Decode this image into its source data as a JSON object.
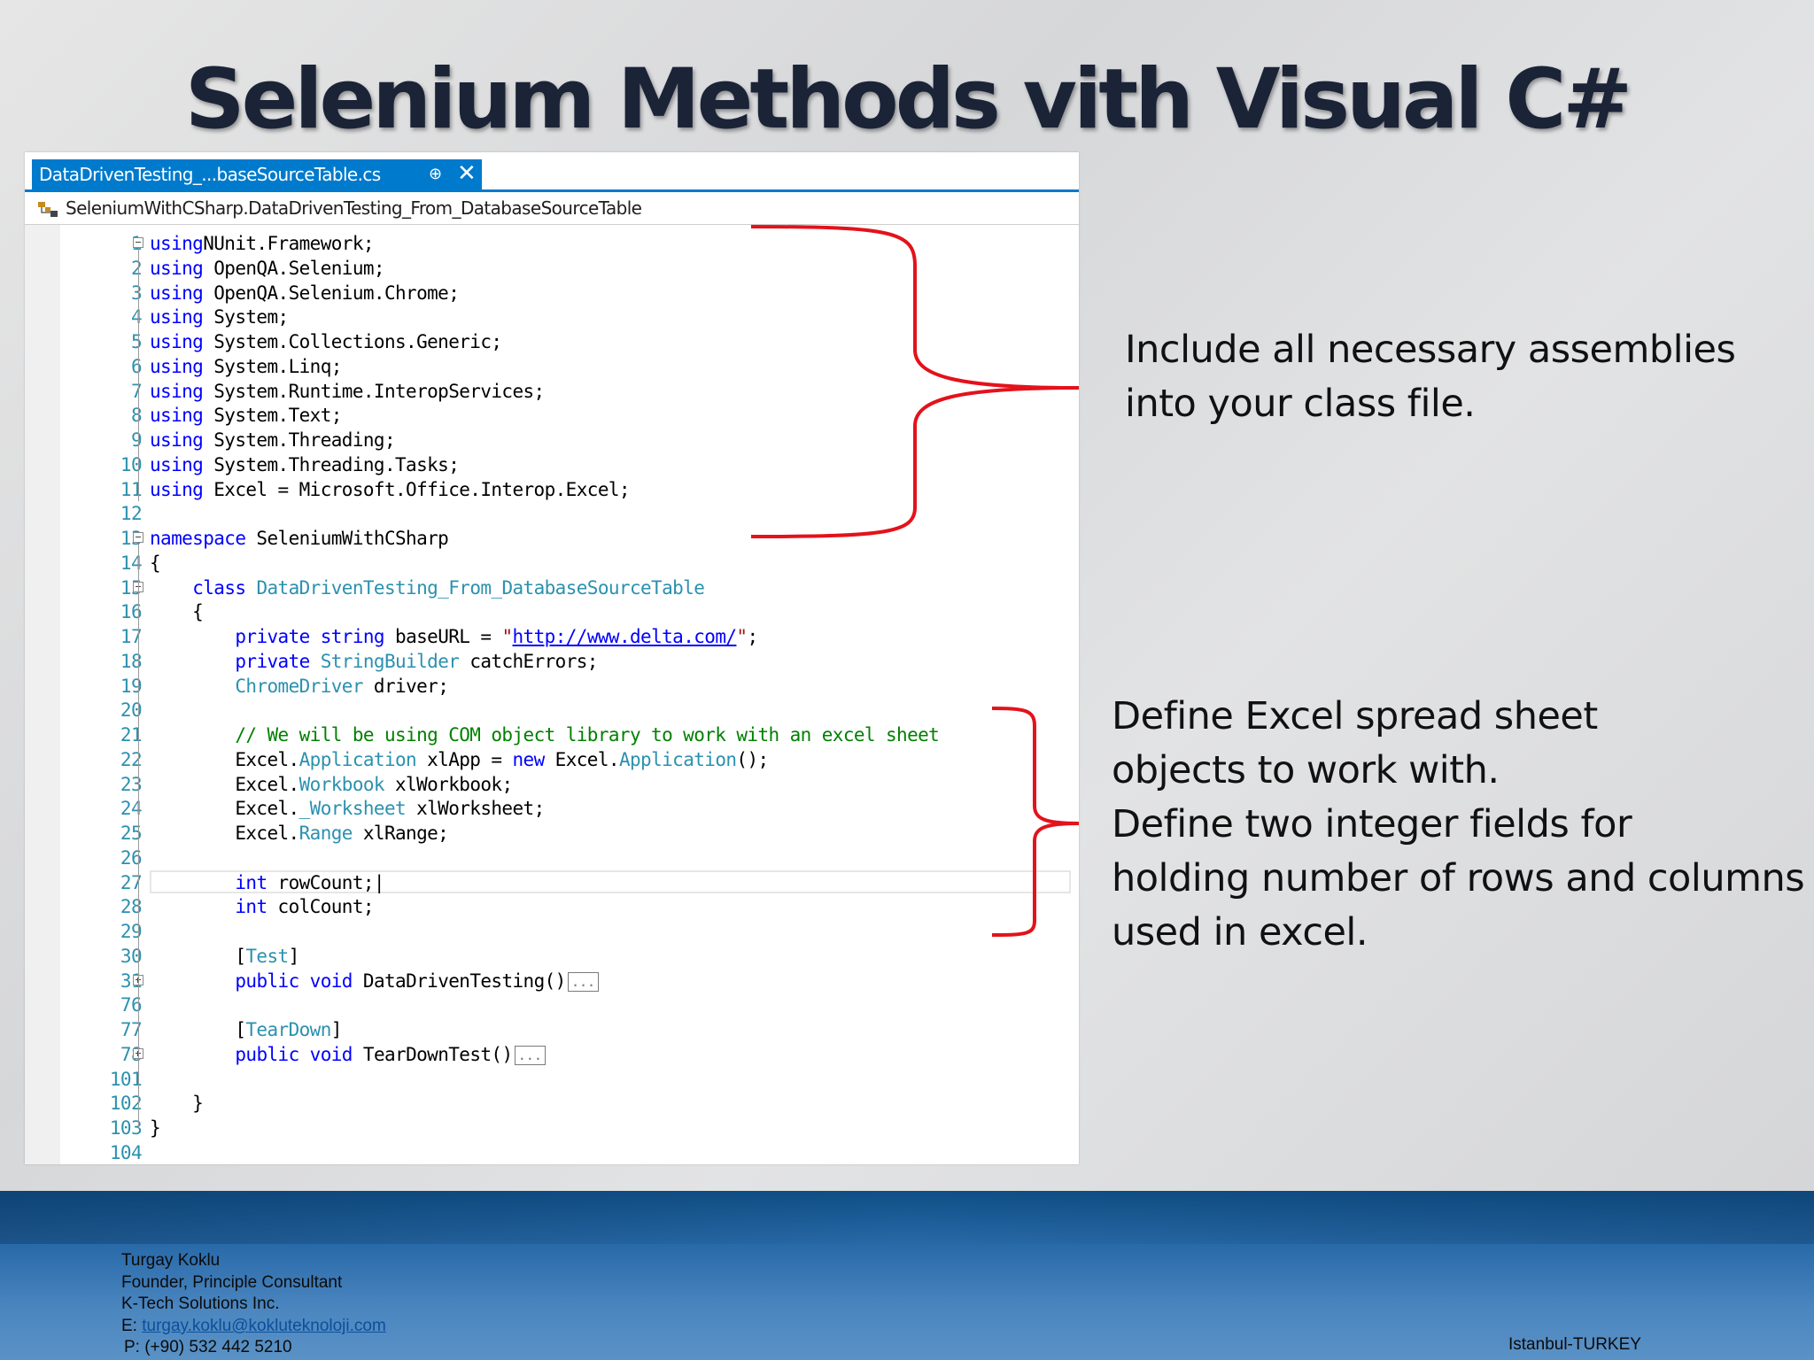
{
  "slide": {
    "title": "Selenium Methods vith Visual C#"
  },
  "editor": {
    "tab_label": "DataDrivenTesting_...baseSourceTable.cs",
    "pin_icon": "⊕",
    "close_icon": "✕",
    "nav_label": "SeleniumWithCSharp.DataDrivenTesting_From_DatabaseSourceTable"
  },
  "code_lines": [
    {
      "n": "1",
      "fold": "minus",
      "parts": [
        [
          "kw",
          "using"
        ],
        [
          "",
          "NUnit.Framework;"
        ]
      ]
    },
    {
      "n": "2",
      "parts": [
        [
          "kw",
          "using"
        ],
        [
          "",
          " OpenQA.Selenium;"
        ]
      ]
    },
    {
      "n": "3",
      "parts": [
        [
          "kw",
          "using"
        ],
        [
          "",
          " OpenQA.Selenium.Chrome;"
        ]
      ]
    },
    {
      "n": "4",
      "parts": [
        [
          "kw",
          "using"
        ],
        [
          "",
          " System;"
        ]
      ]
    },
    {
      "n": "5",
      "parts": [
        [
          "kw",
          "using"
        ],
        [
          "",
          " System.Collections.Generic;"
        ]
      ]
    },
    {
      "n": "6",
      "parts": [
        [
          "kw",
          "using"
        ],
        [
          "",
          " System.Linq;"
        ]
      ]
    },
    {
      "n": "7",
      "parts": [
        [
          "kw",
          "using"
        ],
        [
          "",
          " System.Runtime.InteropServices;"
        ]
      ]
    },
    {
      "n": "8",
      "parts": [
        [
          "kw",
          "using"
        ],
        [
          "",
          " System.Text;"
        ]
      ]
    },
    {
      "n": "9",
      "parts": [
        [
          "kw",
          "using"
        ],
        [
          "",
          " System.Threading;"
        ]
      ]
    },
    {
      "n": "10",
      "parts": [
        [
          "kw",
          "using"
        ],
        [
          "",
          " System.Threading.Tasks;"
        ]
      ]
    },
    {
      "n": "11",
      "parts": [
        [
          "kw",
          "using"
        ],
        [
          "",
          " Excel = Microsoft.Office.Interop.Excel;"
        ]
      ]
    },
    {
      "n": "12",
      "parts": []
    },
    {
      "n": "13",
      "fold": "minus",
      "parts": [
        [
          "kw",
          "namespace"
        ],
        [
          "",
          " SeleniumWithCSharp"
        ]
      ]
    },
    {
      "n": "14",
      "parts": [
        [
          "",
          "{"
        ]
      ]
    },
    {
      "n": "15",
      "fold": "minus",
      "parts": [
        [
          "",
          "    "
        ],
        [
          "kw",
          "class"
        ],
        [
          "",
          " "
        ],
        [
          "ty",
          "DataDrivenTesting_From_DatabaseSourceTable"
        ]
      ]
    },
    {
      "n": "16",
      "parts": [
        [
          "",
          "    {"
        ]
      ]
    },
    {
      "n": "17",
      "parts": [
        [
          "",
          "        "
        ],
        [
          "kw",
          "private"
        ],
        [
          "",
          " "
        ],
        [
          "kw",
          "string"
        ],
        [
          "",
          " baseURL = "
        ],
        [
          "str",
          "\""
        ],
        [
          "url",
          "http://www.delta.com/"
        ],
        [
          "str",
          "\""
        ],
        [
          "",
          ";"
        ]
      ]
    },
    {
      "n": "18",
      "parts": [
        [
          "",
          "        "
        ],
        [
          "kw",
          "private"
        ],
        [
          "",
          " "
        ],
        [
          "ty",
          "StringBuilder"
        ],
        [
          "",
          " catchErrors;"
        ]
      ]
    },
    {
      "n": "19",
      "parts": [
        [
          "",
          "        "
        ],
        [
          "ty",
          "ChromeDriver"
        ],
        [
          "",
          " driver;"
        ]
      ]
    },
    {
      "n": "20",
      "parts": []
    },
    {
      "n": "21",
      "parts": [
        [
          "",
          "        "
        ],
        [
          "cm",
          "// We will be using COM object library to work with an excel sheet"
        ]
      ]
    },
    {
      "n": "22",
      "parts": [
        [
          "",
          "        Excel."
        ],
        [
          "ty",
          "Application"
        ],
        [
          "",
          " xlApp = "
        ],
        [
          "kw",
          "new"
        ],
        [
          "",
          " Excel."
        ],
        [
          "ty",
          "Application"
        ],
        [
          "",
          "();"
        ]
      ]
    },
    {
      "n": "23",
      "parts": [
        [
          "",
          "        Excel."
        ],
        [
          "ty",
          "Workbook"
        ],
        [
          "",
          " xlWorkbook;"
        ]
      ]
    },
    {
      "n": "24",
      "parts": [
        [
          "",
          "        Excel."
        ],
        [
          "ty",
          "_Worksheet"
        ],
        [
          "",
          " xlWorksheet;"
        ]
      ]
    },
    {
      "n": "25",
      "parts": [
        [
          "",
          "        Excel."
        ],
        [
          "ty",
          "Range"
        ],
        [
          "",
          " xlRange;"
        ]
      ]
    },
    {
      "n": "26",
      "parts": []
    },
    {
      "n": "27",
      "current": true,
      "parts": [
        [
          "",
          "        "
        ],
        [
          "kw",
          "int"
        ],
        [
          "",
          " rowCount;|"
        ]
      ]
    },
    {
      "n": "28",
      "parts": [
        [
          "",
          "        "
        ],
        [
          "kw",
          "int"
        ],
        [
          "",
          " colCount;"
        ]
      ]
    },
    {
      "n": "29",
      "parts": []
    },
    {
      "n": "30",
      "parts": [
        [
          "",
          "        ["
        ],
        [
          "ty",
          "Test"
        ],
        [
          "",
          "]"
        ]
      ]
    },
    {
      "n": "31",
      "fold": "plus",
      "parts": [
        [
          "",
          "        "
        ],
        [
          "kw",
          "public"
        ],
        [
          "",
          " "
        ],
        [
          "kw",
          "void"
        ],
        [
          "",
          " DataDrivenTesting()"
        ],
        [
          "box",
          "..."
        ]
      ]
    },
    {
      "n": "76",
      "parts": []
    },
    {
      "n": "77",
      "parts": [
        [
          "",
          "        ["
        ],
        [
          "ty",
          "TearDown"
        ],
        [
          "",
          "]"
        ]
      ]
    },
    {
      "n": "78",
      "fold": "plus",
      "parts": [
        [
          "",
          "        "
        ],
        [
          "kw",
          "public"
        ],
        [
          "",
          " "
        ],
        [
          "kw",
          "void"
        ],
        [
          "",
          " TearDownTest()"
        ],
        [
          "box",
          "..."
        ]
      ]
    },
    {
      "n": "101",
      "parts": []
    },
    {
      "n": "102",
      "parts": [
        [
          "",
          "    }"
        ]
      ]
    },
    {
      "n": "103",
      "parts": [
        [
          "",
          "}"
        ]
      ]
    },
    {
      "n": "104",
      "parts": []
    }
  ],
  "annotations": {
    "note1_line1": "Include all necessary assemblies",
    "note1_line2": "into your class file.",
    "note2_line1": "Define Excel spread sheet",
    "note2_line2": "objects to work with.",
    "note2_line3": "Define two integer fields for",
    "note2_line4": "holding number of rows and columns",
    "note2_line5": "used in excel.",
    "bracket_color": "#e3121b"
  },
  "footer": {
    "name": "Turgay Koklu",
    "role": "Founder, Principle Consultant",
    "company": "K-Tech Solutions Inc.",
    "email_prefix": "E: ",
    "email": "turgay.koklu@kokluteknoloji.com",
    "phone": "P: (+90) 532 442 5210",
    "city": "Istanbul-TURKEY"
  }
}
